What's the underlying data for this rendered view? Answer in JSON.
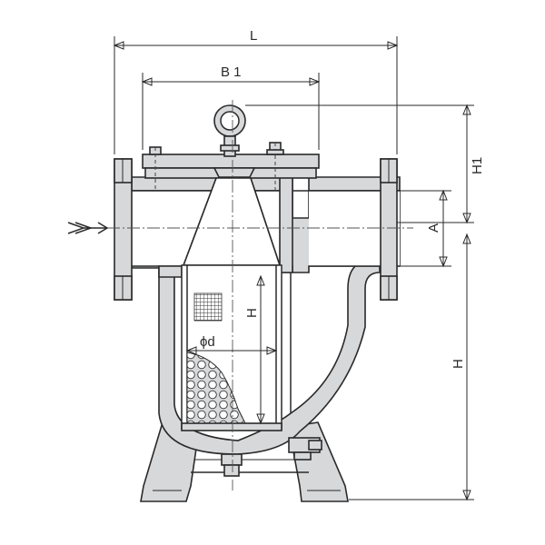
{
  "diagram": {
    "dimensions": {
      "overall_length": "L",
      "flange_width": "B 1",
      "top_height": "H1",
      "bore": "A",
      "screen_height": "H",
      "overall_height": "H",
      "screen_diameter": "ϕd"
    },
    "colors": {
      "body_fill": "#d7d8da",
      "outline": "#2a2a2a",
      "background": "#ffffff"
    }
  }
}
